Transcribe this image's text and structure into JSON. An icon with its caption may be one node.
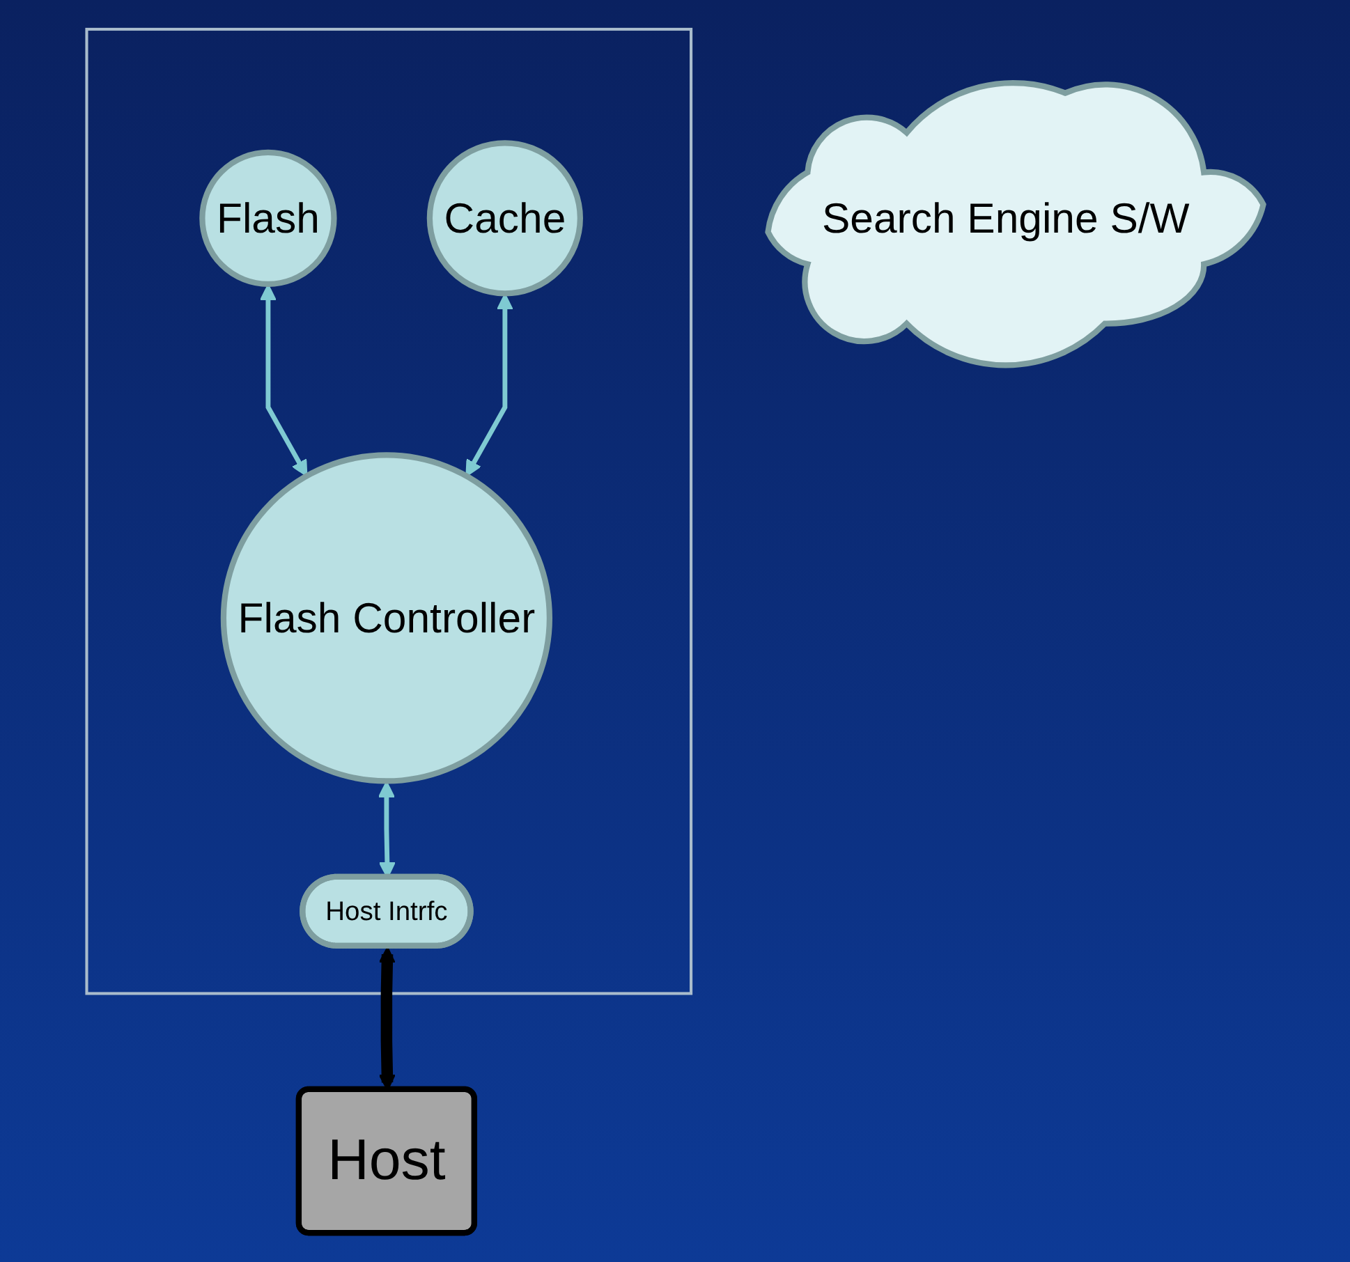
{
  "diagram": {
    "nodes": [
      {
        "text": [],
        "shape": "box"
      },
      {
        "text": [
          "Flash"
        ],
        "in": 0
      },
      {
        "text": [
          "Cache"
        ],
        "in": 0
      },
      {
        "text": [
          "Flash Controller"
        ],
        "in": 0
      },
      {
        "text": [
          "Host Intrfc"
        ],
        "in": 0
      },
      {
        "text": [
          "Host"
        ]
      },
      {
        "text": [
          "Search Engine S/W"
        ]
      }
    ],
    "edges": [
      {
        "from": 1,
        "to": 3,
        "arrow": "both"
      },
      {
        "from": 2,
        "to": 3,
        "arrow": "both"
      },
      {
        "from": 3,
        "to": 4,
        "arrow": "both"
      },
      {
        "from": 4,
        "to": 5,
        "arrow": "both",
        "style": "thick",
        "color": "#000000"
      }
    ]
  }
}
